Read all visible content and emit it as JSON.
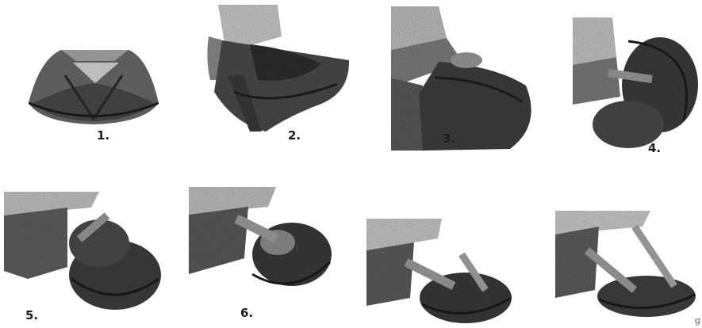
{
  "steps": [
    {
      "label": "1.",
      "image": "tent-open-illustration"
    },
    {
      "label": "2.",
      "image": "person-lifting-tent-illustration"
    },
    {
      "label": "3.",
      "image": "kneeling-bending-tent-illustration"
    },
    {
      "label": "4.",
      "image": "twisting-tent-illustration"
    },
    {
      "label": "5.",
      "image": "folding-tent-rings-illustration"
    },
    {
      "label": "6.",
      "image": "pressing-rings-together-illustration"
    },
    {
      "label": "",
      "image": "coiling-tent-illustration"
    },
    {
      "label": "",
      "image": "folded-tent-illustration"
    }
  ],
  "edge_mark": "g",
  "colors": {
    "ink": "#2b2b2b",
    "mid": "#6d6d6d",
    "light": "#a9a9a9",
    "paper": "#ffffff"
  }
}
